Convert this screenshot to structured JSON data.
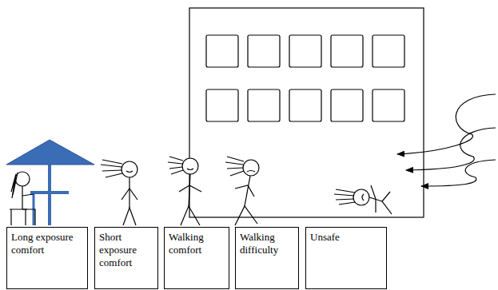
{
  "diagram": {
    "nodes": [
      {
        "text": [
          "Long exposure comfort"
        ]
      },
      {
        "text": [
          "Short exposure comfort"
        ]
      },
      {
        "text": [
          "Walking comfort"
        ]
      },
      {
        "text": [
          "Walking difficulty"
        ]
      },
      {
        "text": [
          "Unsafe"
        ]
      }
    ]
  }
}
